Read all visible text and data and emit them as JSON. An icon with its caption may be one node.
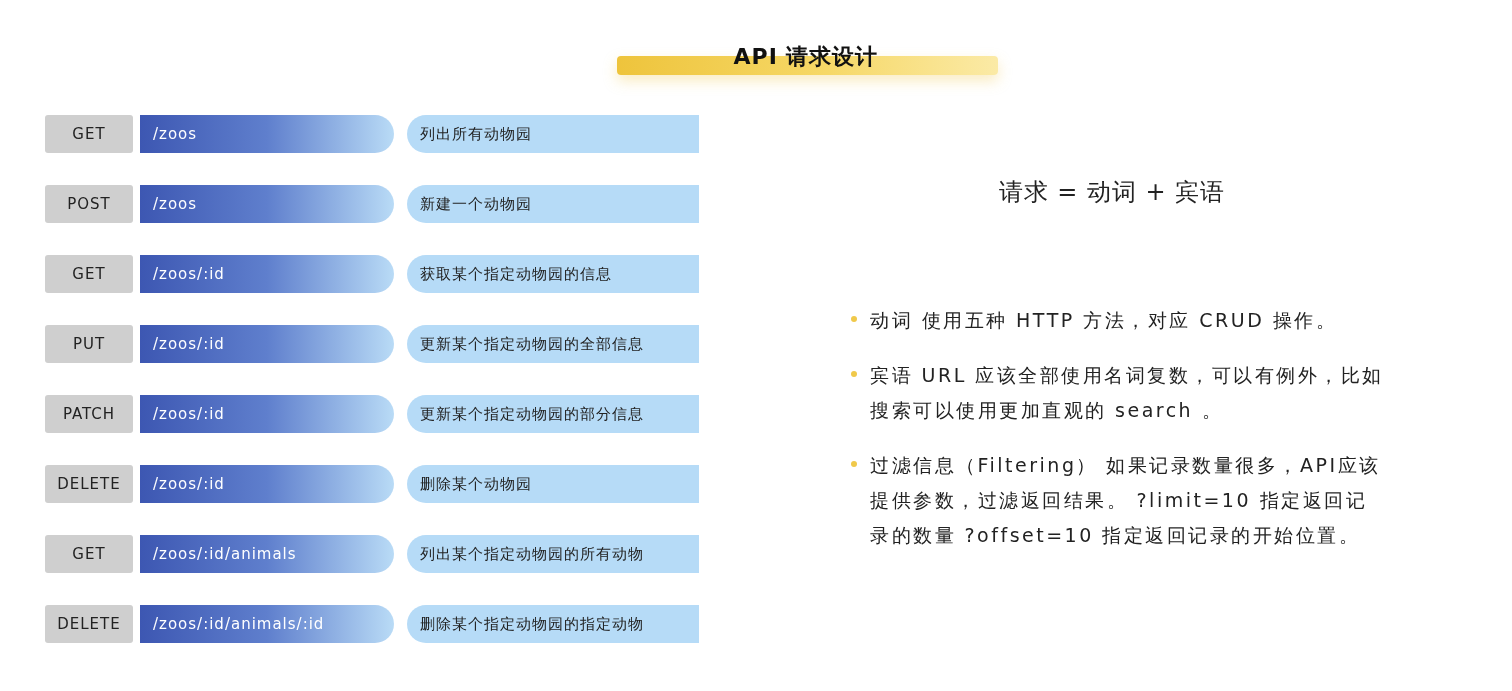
{
  "diagram": {
    "title": "API 请求设计",
    "nodes": [
      {
        "text": [
          "GET"
        ]
      },
      {
        "text": [
          "/zoos"
        ]
      },
      {
        "text": [
          "列出所有动物园"
        ]
      },
      {
        "text": [
          "POST"
        ]
      },
      {
        "text": [
          "/zoos"
        ]
      },
      {
        "text": [
          "新建一个动物园"
        ]
      },
      {
        "text": [
          "GET"
        ]
      },
      {
        "text": [
          "/zoos/:id"
        ]
      },
      {
        "text": [
          "获取某个指定动物园的信息"
        ]
      },
      {
        "text": [
          "PUT"
        ]
      },
      {
        "text": [
          "/zoos/:id"
        ]
      },
      {
        "text": [
          "更新某个指定动物园的全部信息"
        ]
      },
      {
        "text": [
          "PATCH"
        ]
      },
      {
        "text": [
          "/zoos/:id"
        ]
      },
      {
        "text": [
          "更新某个指定动物园的部分信息"
        ]
      },
      {
        "text": [
          "DELETE"
        ]
      },
      {
        "text": [
          "/zoos/:id"
        ]
      },
      {
        "text": [
          "删除某个动物园"
        ]
      },
      {
        "text": [
          "GET"
        ]
      },
      {
        "text": [
          "/zoos/:id/animals"
        ]
      },
      {
        "text": [
          "列出某个指定动物园的所有动物"
        ]
      },
      {
        "text": [
          "DELETE"
        ]
      },
      {
        "text": [
          "/zoos/:id/animals/:id"
        ]
      },
      {
        "text": [
          "删除某个指定动物园的指定动物"
        ]
      }
    ],
    "labels": [
      "请求 = 动词 + 宾语",
      "动词 使用五种 HTTP 方法，对应 CRUD 操作。",
      "宾语 URL 应该全部使用名词复数，可以有例外，比如搜索可以使用更加直观的 search 。",
      "过滤信息（Filtering） 如果记录数量很多，API应该提供参数，过滤返回结果。 ?limit=10 指定返回记录的数量 ?offset=10 指定返回记录的开始位置。"
    ]
  }
}
